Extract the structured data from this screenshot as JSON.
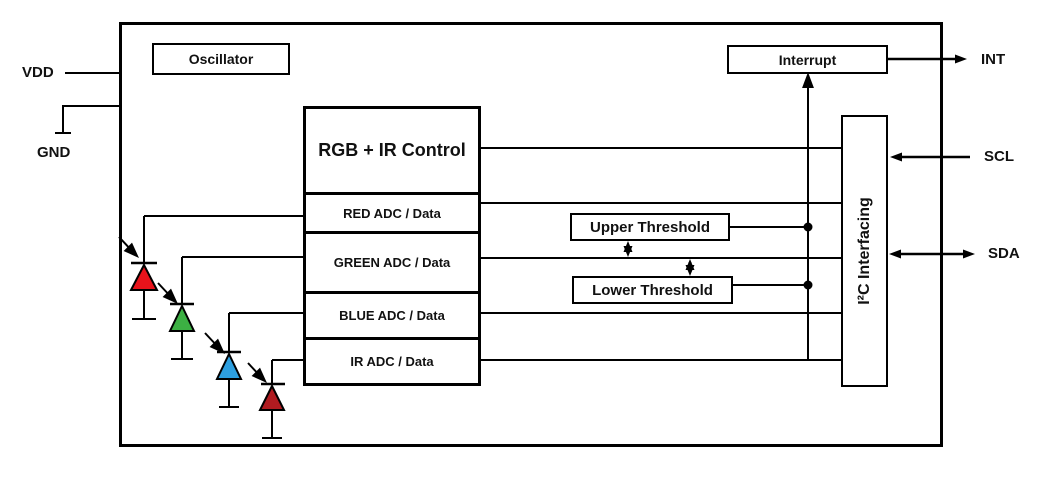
{
  "diagram": {
    "pins": {
      "vdd": "VDD",
      "gnd": "GND",
      "int": "INT",
      "scl": "SCL",
      "sda": "SDA"
    },
    "blocks": {
      "oscillator": "Oscillator",
      "control": "RGB + IR Control",
      "adc_rows": [
        {
          "label": "RED ADC / Data"
        },
        {
          "label": "GREEN ADC / Data"
        },
        {
          "label": "BLUE ADC / Data"
        },
        {
          "label": "IR ADC / Data"
        }
      ],
      "interrupt": "Interrupt",
      "upper_threshold": "Upper Threshold",
      "lower_threshold": "Lower Threshold",
      "i2c": "I²C Interfacing"
    },
    "photodiodes": [
      {
        "name": "red-photodiode",
        "color": "#E8131B"
      },
      {
        "name": "green-photodiode",
        "color": "#3CB043"
      },
      {
        "name": "blue-photodiode",
        "color": "#2D9FE0"
      },
      {
        "name": "ir-photodiode",
        "color": "#B01B20"
      }
    ],
    "colors": {
      "line": "#000000",
      "background": "#FFFFFF"
    }
  }
}
